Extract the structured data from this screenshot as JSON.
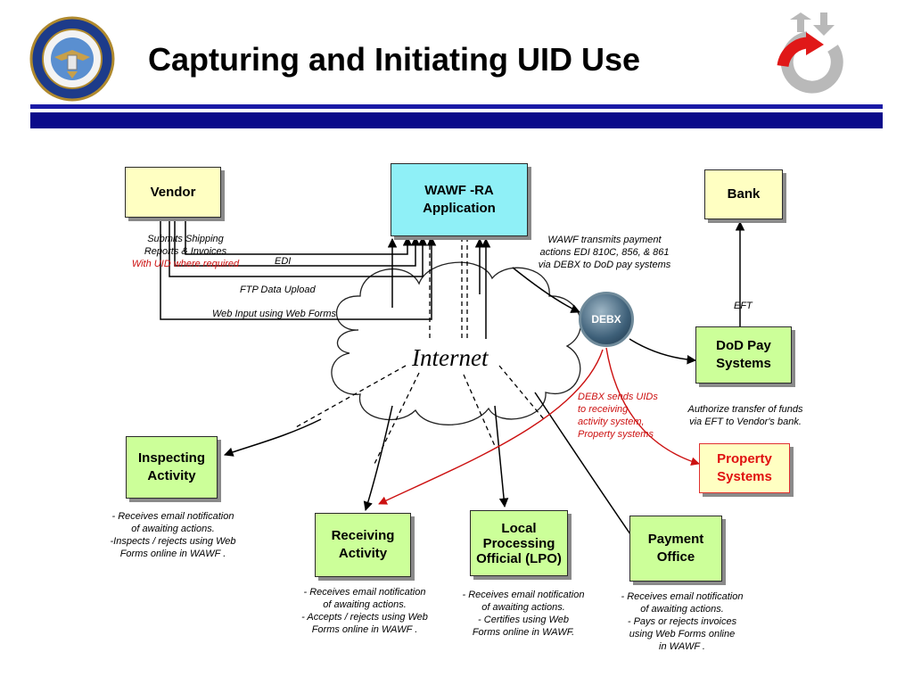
{
  "header": {
    "title": "Capturing and Initiating UID Use"
  },
  "nodes": {
    "vendor": "Vendor",
    "wawf_line1": "WAWF -RA",
    "wawf_line2": "Application",
    "bank": "Bank",
    "dod_pay_line1": "DoD Pay",
    "dod_pay_line2": "Systems",
    "property_line1": "Property",
    "property_line2": "Systems",
    "inspecting_line1": "Inspecting",
    "inspecting_line2": "Activity",
    "receiving_line1": "Receiving",
    "receiving_line2": "Activity",
    "lpo_line1": "Local",
    "lpo_line2": "Processing",
    "lpo_line3": "Official (LPO)",
    "payment_line1": "Payment",
    "payment_line2": "Office",
    "internet": "Internet",
    "debx": "DEBX"
  },
  "labels": {
    "vendor_note": [
      "Submits Shipping",
      "Reports & Invoices"
    ],
    "vendor_note_red": "With UID where required",
    "edi": "EDI",
    "ftp": "FTP Data Upload",
    "web_input": "Web Input using Web Forms",
    "wawf_transmits": [
      "WAWF  transmits payment",
      "actions EDI 810C, 856, & 861",
      "via DEBX to DoD pay systems"
    ],
    "eft": "EFT",
    "debx_sends": [
      "DEBX sends UIDs",
      "to receiving",
      "activity system,",
      "Property systems"
    ],
    "dod_pay_note": [
      "Authorize transfer of funds",
      "via EFT to Vendor's bank."
    ],
    "inspecting_note": [
      "- Receives email notification",
      "of awaiting actions.",
      "-Inspects / rejects using Web",
      "Forms online in WAWF ."
    ],
    "receiving_note": [
      "- Receives email notification",
      "of awaiting actions.",
      "- Accepts / rejects using Web",
      "Forms online in WAWF ."
    ],
    "lpo_note": [
      "- Receives email notification",
      "of awaiting actions.",
      "- Certifies using Web",
      "Forms online in  WAWF."
    ],
    "payment_note": [
      "- Receives email notification",
      "of awaiting actions.",
      "- Pays or rejects invoices",
      "using Web Forms online",
      "in WAWF ."
    ]
  },
  "colors": {
    "header_rule": "#0b0b8a",
    "vendor_fill": "#ffffc2",
    "wawf_fill": "#8ff0f7",
    "activity_fill": "#ccff99",
    "uid_flow_red": "#cc1111"
  },
  "icons": [
    "dod-seal-icon",
    "cycle-arrows-icon",
    "debx-globe-icon"
  ]
}
